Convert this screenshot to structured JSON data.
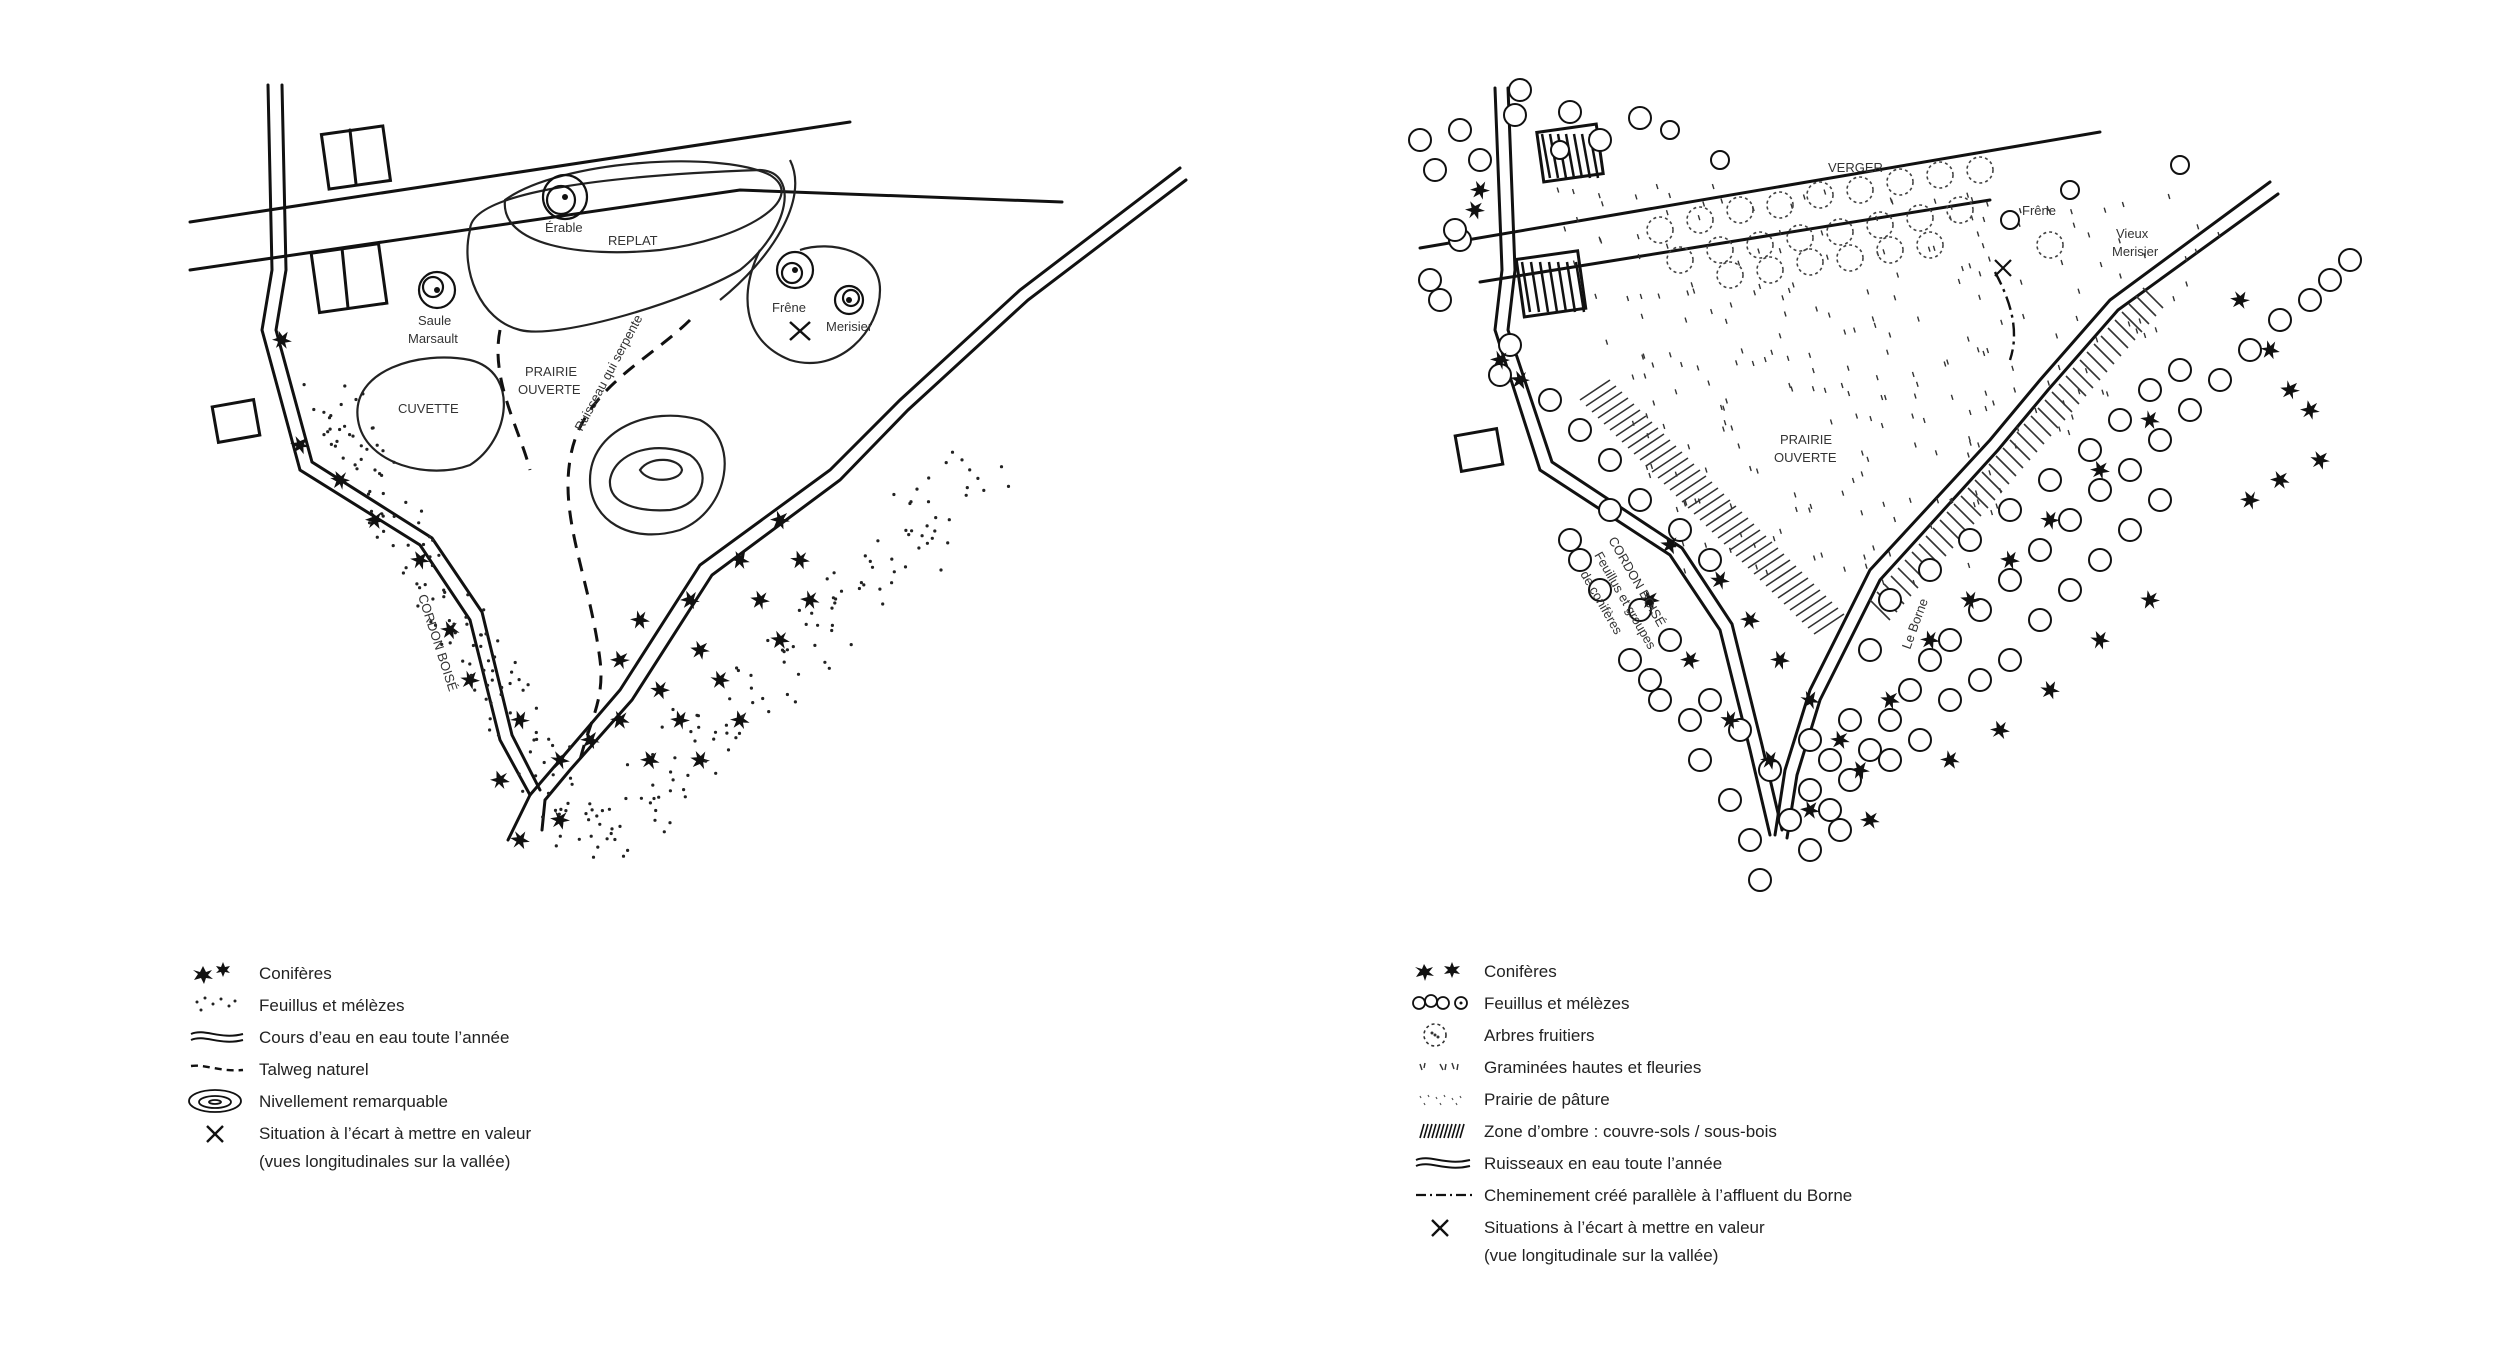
{
  "left_map": {
    "labels": {
      "erable": "Érable",
      "replat": "REPLAT",
      "saule": "Saule",
      "marsault": "Marsault",
      "frene": "Frêne",
      "merisier": "Merisier",
      "cuvette": "CUVETTE",
      "prairie": "PRAIRIE",
      "ouverte": "OUVERTE",
      "ruisseau": "Ruisseau qui serpente",
      "cordon": "CORDON BOISÉ"
    },
    "legend": [
      {
        "icon": "conifer-icon",
        "text": "Conifères"
      },
      {
        "icon": "dots-icon",
        "text": "Feuillus et mélèzes"
      },
      {
        "icon": "stream-icon",
        "text": "Cours d’eau en eau toute l’année"
      },
      {
        "icon": "dashed-line-icon",
        "text": "Talweg naturel"
      },
      {
        "icon": "contour-icon",
        "text": "Nivellement remarquable"
      },
      {
        "icon": "cross-icon",
        "text": "Situation à l’écart à mettre en valeur"
      }
    ],
    "legend_sub": "(vues longitudinales sur la vallée)"
  },
  "right_map": {
    "labels": {
      "verger": "VERGER",
      "frene": "Frêne",
      "vieux": "Vieux",
      "merisier": "Merisier",
      "prairie": "PRAIRIE",
      "ouverte": "OUVERTE",
      "cordon": "CORDON BOISÉ",
      "feuillus": "Feuillus et groupes",
      "coniferes": "de conifères",
      "borne": "Le Borne"
    },
    "legend": [
      {
        "icon": "conifer-icon",
        "text": "Conifères"
      },
      {
        "icon": "tree-circles-icon",
        "text": "Feuillus et mélèzes"
      },
      {
        "icon": "fruit-tree-icon",
        "text": "Arbres fruitiers"
      },
      {
        "icon": "tall-grass-icon",
        "text": "Graminées hautes et fleuries"
      },
      {
        "icon": "pasture-icon",
        "text": "Prairie de pâture"
      },
      {
        "icon": "hatch-icon",
        "text": "Zone d’ombre : couvre-sols / sous-bois"
      },
      {
        "icon": "stream-icon",
        "text": "Ruisseaux en eau toute l’année"
      },
      {
        "icon": "dash-dot-icon",
        "text": "Cheminement créé parallèle à l’affluent du Borne"
      },
      {
        "icon": "cross-icon",
        "text": "Situations à l’écart à mettre en valeur"
      }
    ],
    "legend_sub": "(vue longitudinale sur la vallée)"
  }
}
